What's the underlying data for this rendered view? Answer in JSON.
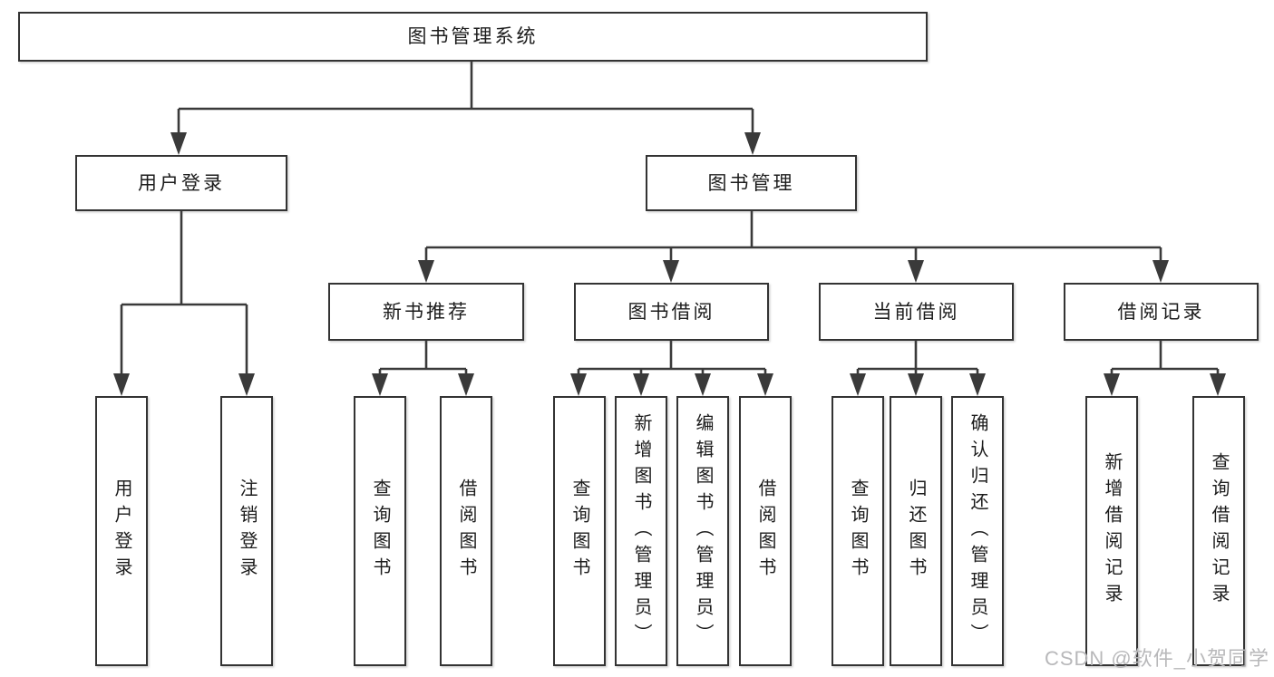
{
  "colors": {
    "background": "#ffffff",
    "line": "#3a3a3a",
    "box_border": "#333333",
    "text": "#1c1c1c",
    "watermark": "#b8b8ba"
  },
  "watermark": {
    "text": "CSDN @软件_小贺同学"
  },
  "tree": {
    "root": {
      "label": "图书管理系统"
    },
    "branches": [
      {
        "label": "用户登录",
        "children": [
          {
            "label": "用户登录"
          },
          {
            "label": "注销登录"
          }
        ]
      },
      {
        "label": "图书管理",
        "children": [
          {
            "label": "新书推荐",
            "children": [
              {
                "label": "查询图书"
              },
              {
                "label": "借阅图书"
              }
            ]
          },
          {
            "label": "图书借阅",
            "children": [
              {
                "label": "查询图书"
              },
              {
                "label": "新增图书（管理员）"
              },
              {
                "label": "编辑图书（管理员）"
              },
              {
                "label": "借阅图书"
              }
            ]
          },
          {
            "label": "当前借阅",
            "children": [
              {
                "label": "查询图书"
              },
              {
                "label": "归还图书"
              },
              {
                "label": "确认归还（管理员）"
              }
            ]
          },
          {
            "label": "借阅记录",
            "children": [
              {
                "label": "新增借阅记录"
              },
              {
                "label": "查询借阅记录"
              }
            ]
          }
        ]
      }
    ]
  }
}
